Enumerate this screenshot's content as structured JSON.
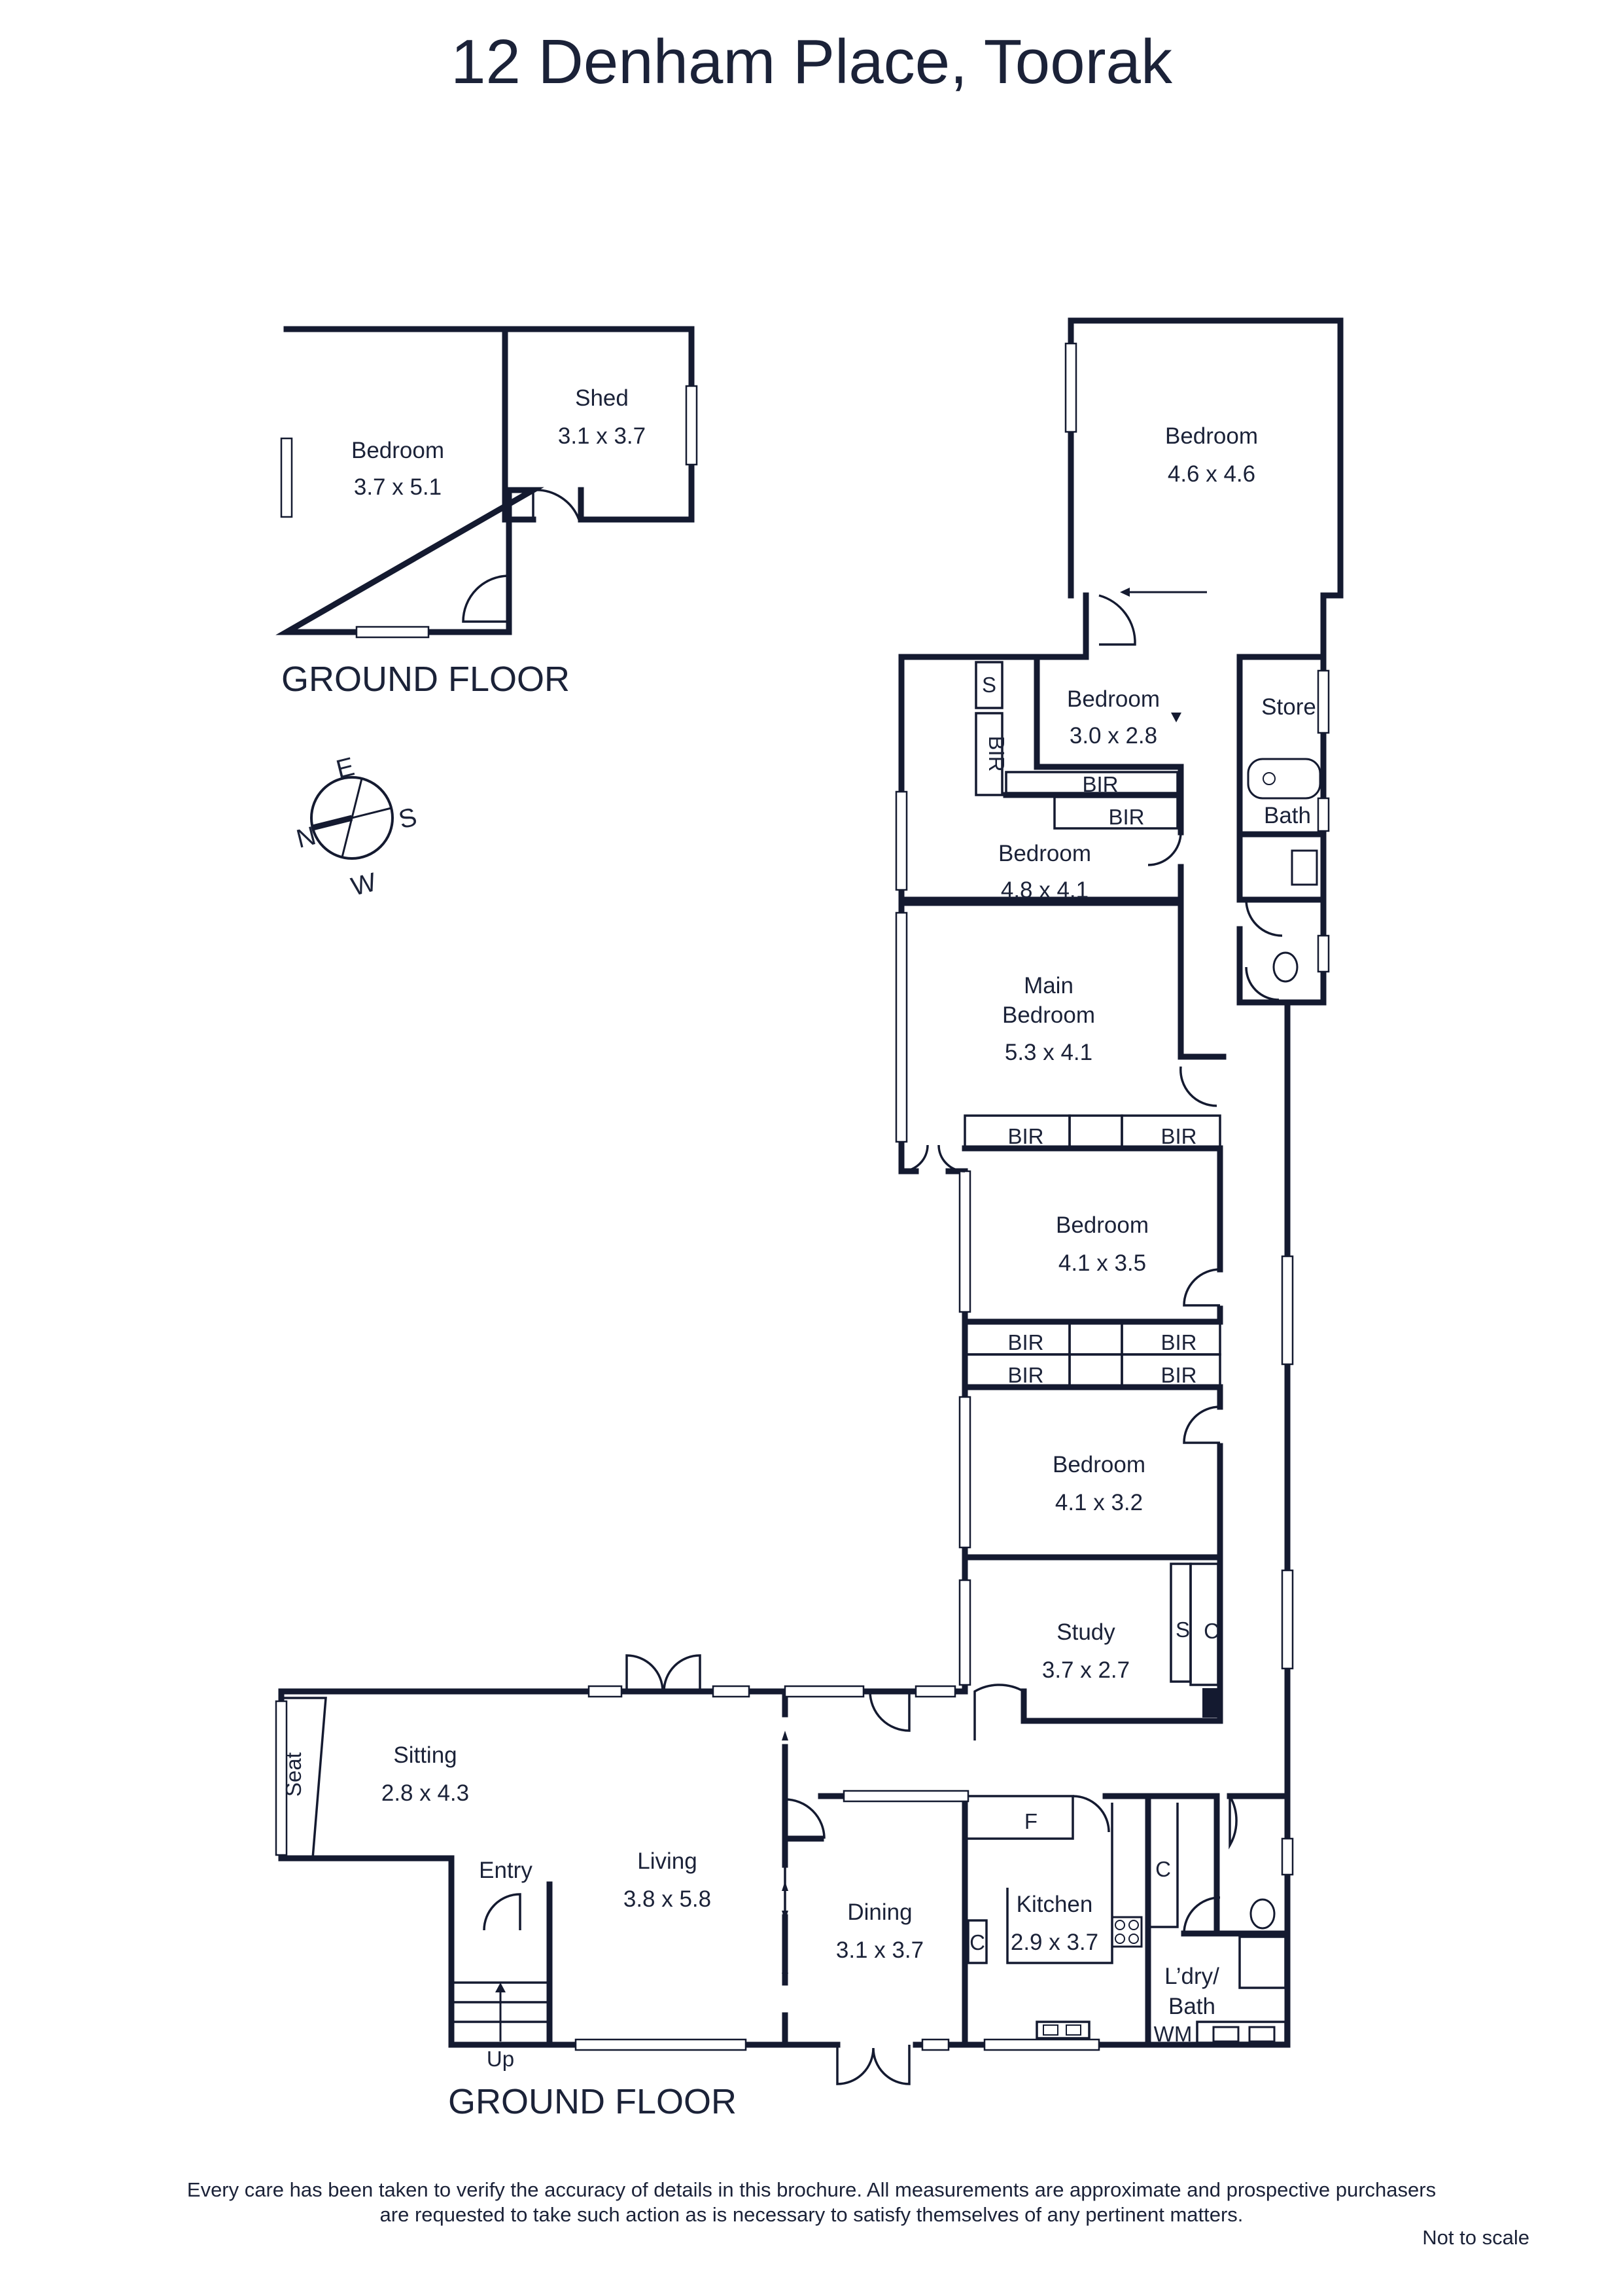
{
  "title": "12 Denham Place, Toorak",
  "floors": {
    "annex": "GROUND FLOOR",
    "main": "GROUND FLOOR"
  },
  "compass": {
    "n": "N",
    "e": "E",
    "s": "S",
    "w": "W"
  },
  "rooms": {
    "annex_bedroom": {
      "name": "Bedroom",
      "dims": "3.7 x 5.1"
    },
    "shed": {
      "name": "Shed",
      "dims": "3.1 x 3.7"
    },
    "rear_bedroom": {
      "name": "Bedroom",
      "dims": "4.6 x 4.6"
    },
    "bedroom_small": {
      "name": "Bedroom",
      "dims": "3.0 x 2.8"
    },
    "store": {
      "name": "Store"
    },
    "bath": {
      "name": "Bath"
    },
    "bedroom_mid": {
      "name": "Bedroom",
      "dims": "4.8 x 4.1"
    },
    "main_bedroom": {
      "name1": "Main",
      "name2": "Bedroom",
      "dims": "5.3 x 4.1"
    },
    "bedroom_35": {
      "name": "Bedroom",
      "dims": "4.1 x 3.5"
    },
    "bedroom_32": {
      "name": "Bedroom",
      "dims": "4.1 x 3.2"
    },
    "study": {
      "name": "Study",
      "dims": "3.7 x 2.7"
    },
    "sitting": {
      "name": "Sitting",
      "dims": "2.8 x 4.3"
    },
    "living": {
      "name": "Living",
      "dims": "3.8 x 5.8"
    },
    "dining": {
      "name": "Dining",
      "dims": "3.1 x 3.7"
    },
    "kitchen": {
      "name": "Kitchen",
      "dims": "2.9 x 3.7"
    },
    "laundry": {
      "name1": "L’dry/",
      "name2": "Bath"
    },
    "entry": {
      "name": "Entry"
    }
  },
  "fixtures": {
    "bir": "BIR",
    "s": "S",
    "c": "C",
    "f": "F",
    "wm": "WM",
    "seat": "Seat",
    "up": "Up"
  },
  "disclaimer_line1": "Every care has been taken to verify the accuracy of details in this brochure.  All measurements are approximate and prospective purchasers",
  "disclaimer_line2": "are requested to take such action as is necessary to satisfy themselves of any pertinent matters.",
  "scale_note": "Not to scale"
}
